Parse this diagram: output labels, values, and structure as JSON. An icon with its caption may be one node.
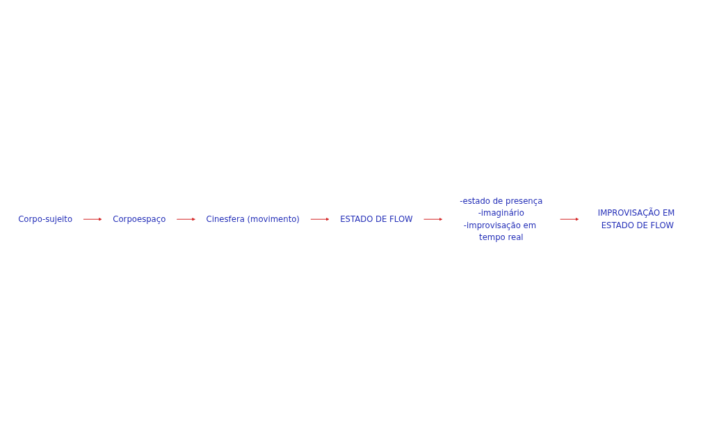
{
  "diagram": {
    "nodes": [
      {
        "text": [
          "Corpo-sujeito"
        ]
      },
      {
        "text": [
          "Corpoespaço"
        ]
      },
      {
        "text": [
          "Cinesfera (movimento)"
        ]
      },
      {
        "text": [
          "ESTADO DE FLOW"
        ]
      },
      {
        "text": [
          "-estado de presença",
          "-imaginário",
          "-improvisação em tempo real"
        ]
      },
      {
        "text": [
          "IMPROVISAÇÃO EM ESTADO DE FLOW"
        ]
      }
    ],
    "edges": [
      {
        "from": 0,
        "to": 1,
        "arrow": "to"
      },
      {
        "from": 1,
        "to": 2,
        "arrow": "to"
      },
      {
        "from": 2,
        "to": 3,
        "arrow": "to"
      },
      {
        "from": 3,
        "to": 4,
        "arrow": "to"
      },
      {
        "from": 4,
        "to": 5,
        "arrow": "to"
      }
    ]
  }
}
